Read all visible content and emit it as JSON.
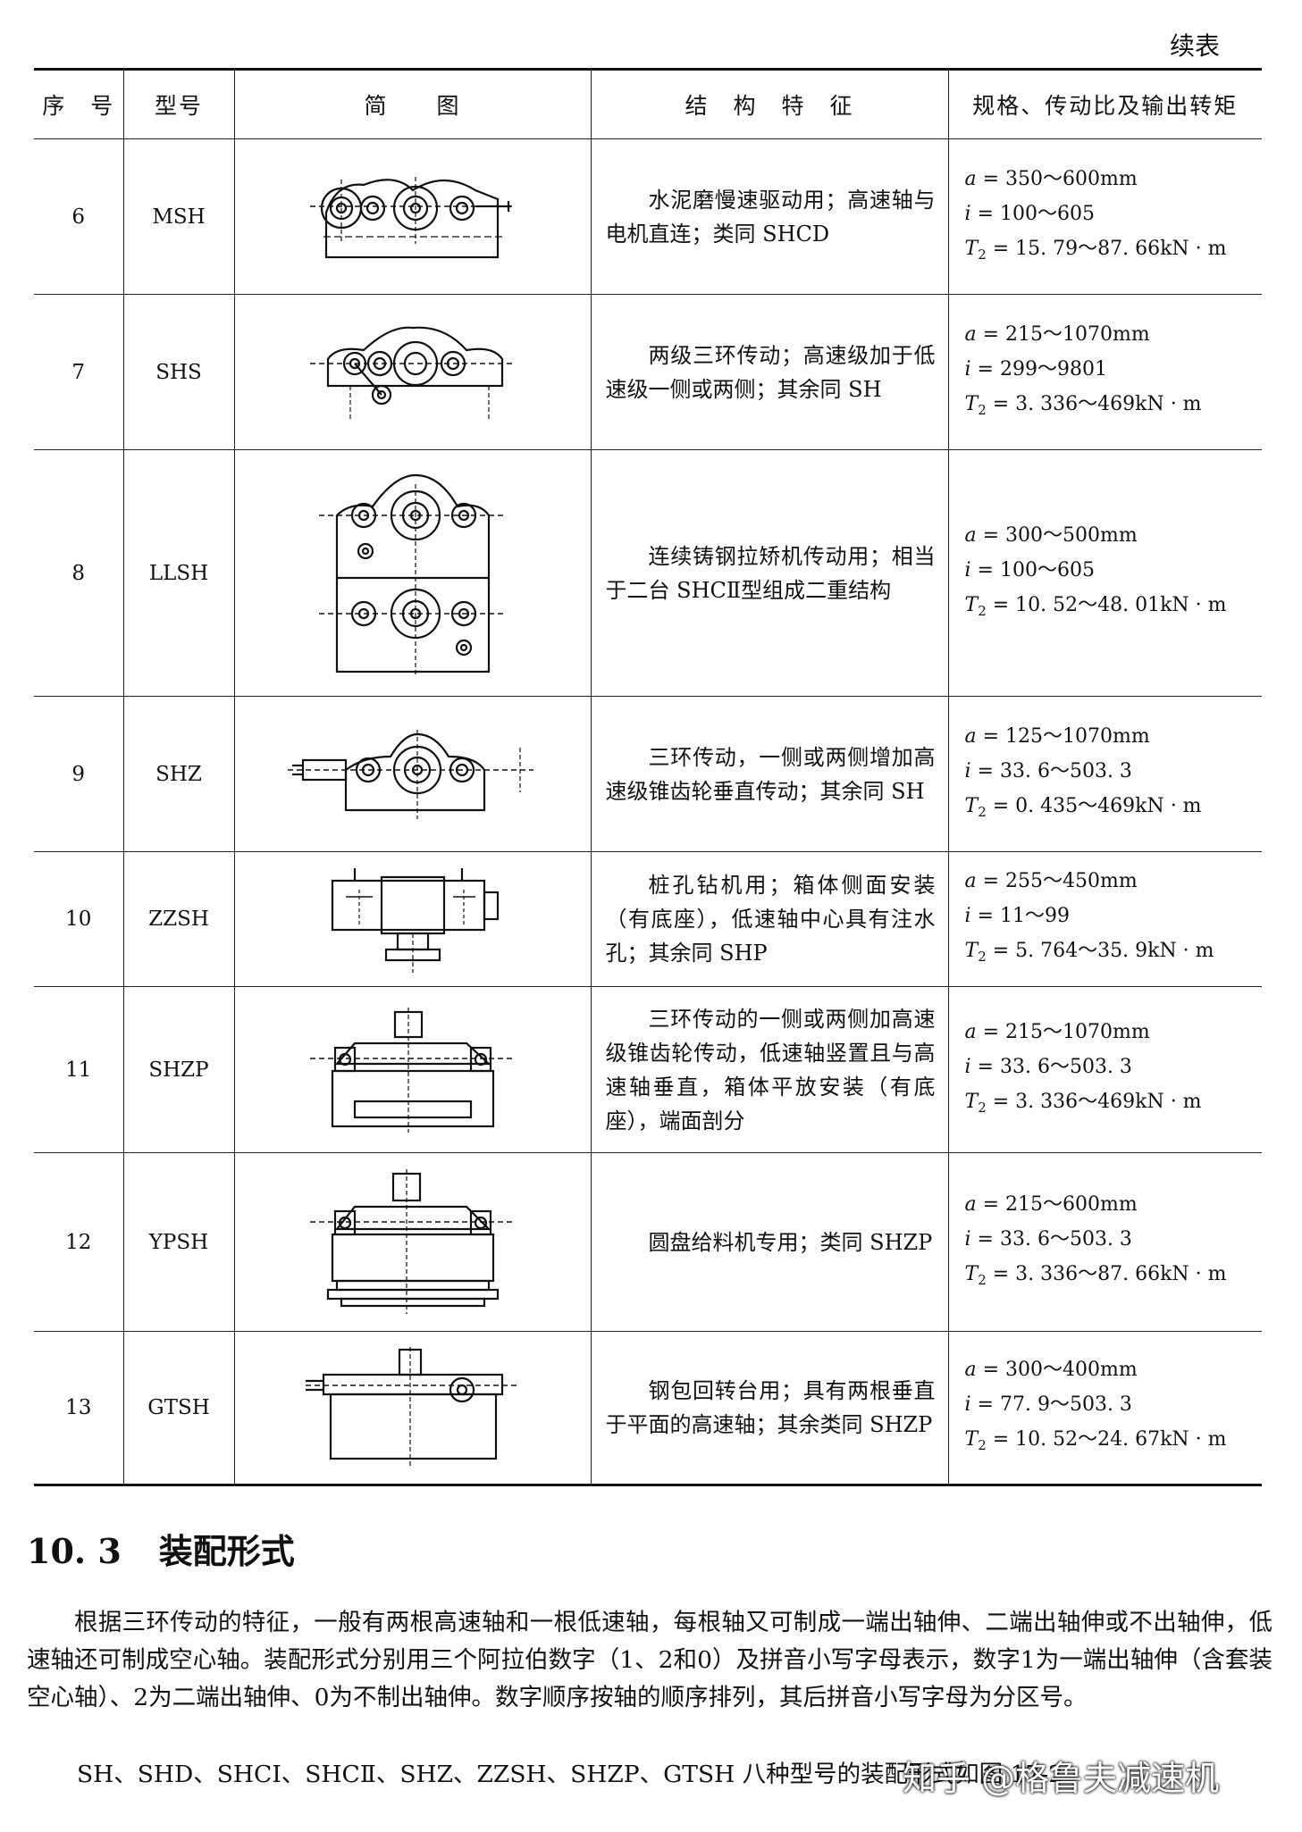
{
  "header": {
    "continued_label": "续表"
  },
  "table": {
    "headers": [
      "序　号",
      "型号",
      "简　　图",
      "结　构　特　征",
      "规格、传动比及输出转矩"
    ],
    "rows": [
      {
        "no": "6",
        "model": "MSH",
        "feature": "水泥磨慢速驱动用；高速轴与电机直连；类同 SHCD",
        "a": "350～600mm",
        "i": "100～605",
        "t2": "15. 79～87. 66kN · m"
      },
      {
        "no": "7",
        "model": "SHS",
        "feature": "两级三环传动；高速级加于低速级一侧或两侧；其余同 SH",
        "a": "215～1070mm",
        "i": "299～9801",
        "t2": "3. 336～469kN · m"
      },
      {
        "no": "8",
        "model": "LLSH",
        "feature": "连续铸钢拉矫机传动用；相当于二台 SHCⅡ型组成二重结构",
        "a": "300～500mm",
        "i": "100～605",
        "t2": "10. 52～48. 01kN · m"
      },
      {
        "no": "9",
        "model": "SHZ",
        "feature": "三环传动，一侧或两侧增加高速级锥齿轮垂直传动；其余同 SH",
        "a": "125～1070mm",
        "i": "33. 6～503. 3",
        "t2": "0. 435～469kN · m"
      },
      {
        "no": "10",
        "model": "ZZSH",
        "feature": "桩孔钻机用；箱体侧面安装（有底座），低速轴中心具有注水孔；其余同 SHP",
        "a": "255～450mm",
        "i": "11～99",
        "t2": "5. 764～35. 9kN · m"
      },
      {
        "no": "11",
        "model": "SHZP",
        "feature": "三环传动的一侧或两侧加高速级锥齿轮传动，低速轴竖置且与高速轴垂直，箱体平放安装（有底座），端面剖分",
        "a": "215～1070mm",
        "i": "33. 6～503. 3",
        "t2": "3. 336～469kN · m"
      },
      {
        "no": "12",
        "model": "YPSH",
        "feature": "圆盘给料机专用；类同 SHZP",
        "a": "215～600mm",
        "i": "33. 6～503. 3",
        "t2": "3. 336～87. 66kN · m"
      },
      {
        "no": "13",
        "model": "GTSH",
        "feature": "钢包回转台用；具有两根垂直于平面的高速轴；其余类同 SHZP",
        "a": "300～400mm",
        "i": "77. 9～503. 3",
        "t2": "10. 52～24. 67kN · m"
      }
    ]
  },
  "symbols": {
    "a": "a",
    "i": "i",
    "t": "T",
    "t_sub": "2",
    "eq": " = "
  },
  "section": {
    "number": "10. 3",
    "title": "装配形式"
  },
  "paragraphs": {
    "p1": "根据三环传动的特征，一般有两根高速轴和一根低速轴，每根轴又可制成一端出轴伸、二端出轴伸或不出轴伸，低速轴还可制成空心轴。装配形式分别用三个阿拉伯数字（1、2和0）及拼音小写字母表示，数字1为一端出轴伸（含套装空心轴）、2为二端出轴伸、0为不制出轴伸。数字顺序按轴的顺序排列，其后拼音小写字母为分区号。",
    "p2": "SH、SHD、SHCⅠ、SHCⅡ、SHZ、ZZSH、SHZP、GTSH 八种型号的装配形式如图 17-2-"
  },
  "watermark": "知乎 @格鲁夫减速机"
}
